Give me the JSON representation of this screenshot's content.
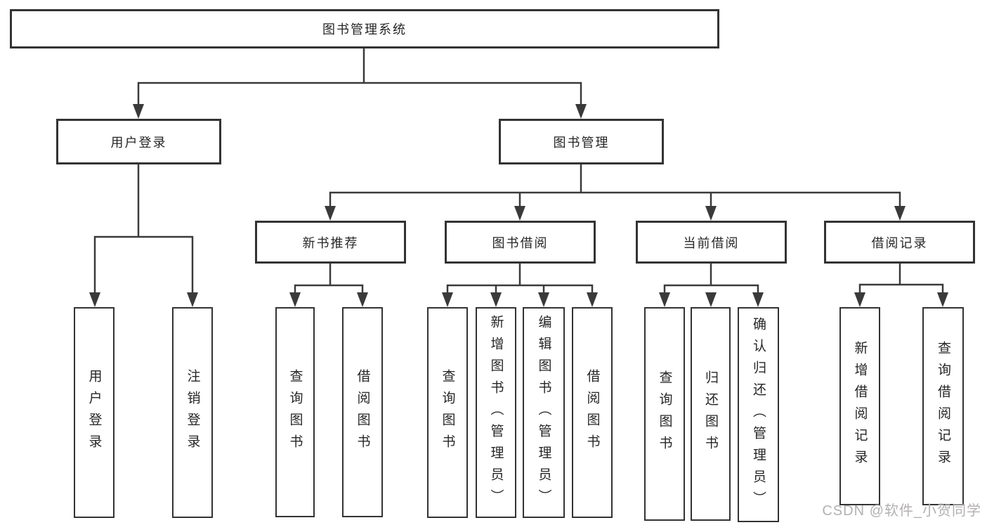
{
  "diagram_title": "图书管理系统",
  "branches": {
    "user_login": {
      "label": "用户登录",
      "children": [
        "用户登录",
        "注销登录"
      ]
    },
    "book_management": {
      "label": "图书管理",
      "children": {
        "new_book_recommend": {
          "label": "新书推荐",
          "children": [
            "查询图书",
            "借阅图书"
          ]
        },
        "book_borrow": {
          "label": "图书借阅",
          "children": [
            "查询图书",
            "新增图书（管理员）",
            "编辑图书（管理员）",
            "借阅图书"
          ]
        },
        "current_borrow": {
          "label": "当前借阅",
          "children": [
            "查询图书",
            "归还图书",
            "确认归还（管理员）"
          ]
        },
        "borrow_records": {
          "label": "借阅记录",
          "children": [
            "新增借阅记录",
            "查询借阅记录"
          ]
        }
      }
    }
  },
  "watermark": "CSDN @软件_小贺同学",
  "colors": {
    "background": "#ffffff",
    "box_border": "#333333",
    "line": "#3a3a3a",
    "text": "#262626",
    "watermark": "#b3b0b0"
  }
}
